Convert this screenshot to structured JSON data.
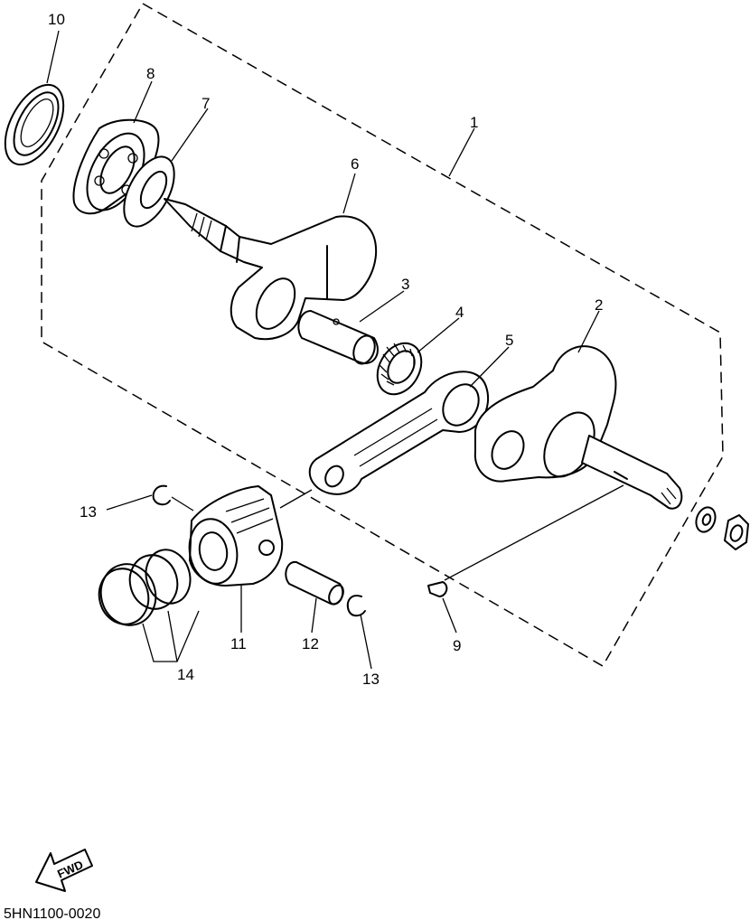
{
  "diagram": {
    "drawing_code": "5HN1100-0020",
    "fwd_label": "FWD",
    "callouts": {
      "c1": "1",
      "c2": "2",
      "c3": "3",
      "c4": "4",
      "c5": "5",
      "c6": "6",
      "c7": "7",
      "c8": "8",
      "c9": "9",
      "c10": "10",
      "c11": "11",
      "c12": "12",
      "c13a": "13",
      "c13b": "13",
      "c14": "14"
    }
  }
}
